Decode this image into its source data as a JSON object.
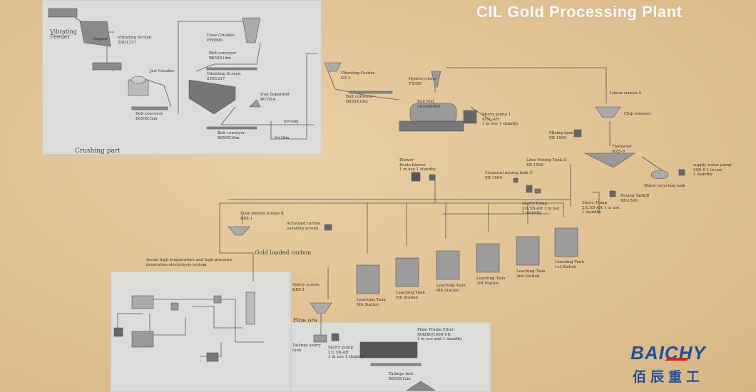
{
  "title": "CIL Gold Processing Plant",
  "brand": {
    "name_en": "BAICHY",
    "name_cn": "佰辰重工",
    "color": "#1f4f9c",
    "accent": "#d9261c"
  },
  "crushing": {
    "part_label": "Crushing part",
    "vibrating_feeder": "Vibrating\nFeeder",
    "hopper": "Hopper",
    "vibrating_screen_1": "Vibrating Screen\nZSG1237",
    "jaw_crusher": "Jaw Crusher",
    "belt_conveyor_1": "Belt conveyor\nB650X12m",
    "cone_crusher": "Cone Crusher\nPYB900",
    "belt_conveyor_2": "Belt conveyor\nB650X14m",
    "vibrating_screen_2": "Vibrating Screen\n2YK1237",
    "iron_separator": "Iron Separator\nRCYB-6",
    "belt_conveyor_3": "Belt conveyor\nB650X18m",
    "len_1": "S=14m",
    "len_2": "S=18m"
  },
  "grinding": {
    "vibrating_feeder": "Vibrating Feeder\nGZ-3",
    "belt_conveyor": "Belt conveyor\nB650X14m",
    "hydrocyclone": "Hydrocyclone\nFX350",
    "ball_mill": "Ball Mill\n1830X6400",
    "slurry_pump": "Slurry pump 1\n4/3C-AH\n1 in use 1 standby",
    "linear_screen": "Linear screen A",
    "chip_remover": "Chip remover",
    "mixing_tank": "Mixing tank\nXB-1500",
    "thickener": "Thickener\nNZS-9",
    "water_recycling": "Water recycling tank",
    "supply_water": "supply water pump\n50D-8 1 in use\n1 standby",
    "lime_mixing_tank": "Lime Mixing Tank D\nXB-1500",
    "chemical_mixing_tank": "Chemical mixing tank C\nXB-1500",
    "dosing_tank": "Dosing Tank/B\nXB-1500",
    "slurry_pump_2": "Slurry Pump\n2/1.5B-AH 1 in use\n1 standby",
    "blower": "Blower\nRoots blower\n1 in use 1 standby"
  },
  "leaching": {
    "flow_screen": "Flow motion screen B\nKBX-1",
    "trash_screen": "Activated carbon\nisolating screen",
    "gold_loaded_carbon": "Gold loaded carbon",
    "desorption_system": "Inside high temperature and high pressure\ndesorption electrolysis system",
    "tanks": [
      {
        "name": "Leaching Tank\n6th Station"
      },
      {
        "name": "Leaching Tank\n5th Station"
      },
      {
        "name": "Leaching Tank\n4th Station"
      },
      {
        "name": "Leaching Tank\n3rd Station"
      },
      {
        "name": "Leaching Tank\n2nd Station"
      },
      {
        "name": "Leaching Tank\n1st Station"
      }
    ]
  },
  "tailings": {
    "safety_screen": "Safety screen\nKBX-1",
    "slurry_tank": "Tailings slurry\ntank",
    "slurry_pump": "Slurry pump\n2/1.5B-AH\n1 in use 1 standby",
    "filter_press": "Plate Frame Filter\nXMZ80/1000-UK\n1 in use and 1 standby",
    "belt": "Tailings belt\nB500X12m",
    "fine_ore": "Fine ore"
  }
}
